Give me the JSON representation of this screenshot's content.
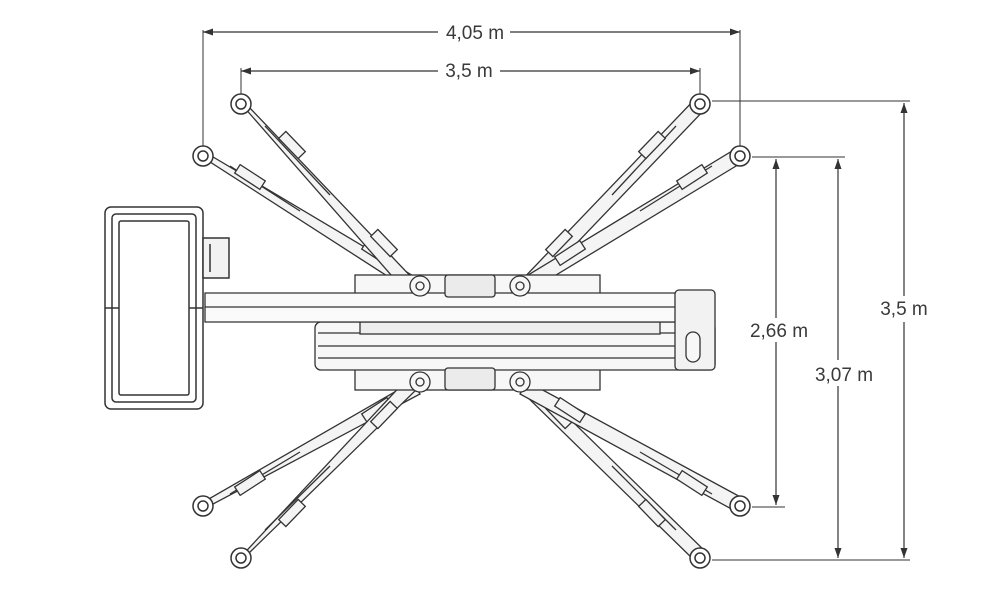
{
  "dimensions": {
    "overall_width_outer": "4,05 m",
    "overall_width_inner": "3,5 m",
    "outrigger_span_inner": "2,66 m",
    "outrigger_span_middle": "3,07 m",
    "outrigger_span_outer": "3,5 m"
  },
  "colors": {
    "line": "#333333",
    "fill": "#f2f2f2",
    "text": "#3a3a3a"
  }
}
